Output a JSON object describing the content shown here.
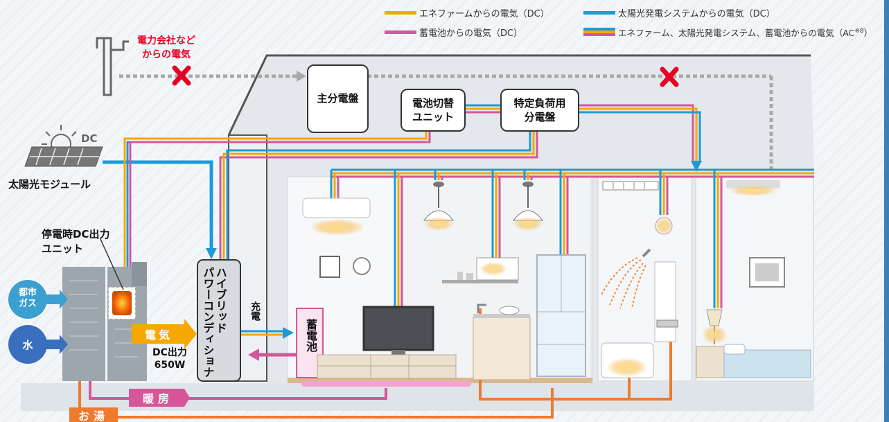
{
  "legend": {
    "ene_dc": "エネファームからの電気（DC）",
    "solar_dc": "太陽光発電システムからの電気（DC）",
    "battery_dc": "蓄電池からの電気（DC）",
    "ac_prefix": "エネファーム、太陽光発電システム、蓄電池からの電気（AC",
    "ac_note": "※8",
    "ac_suffix": "）"
  },
  "grid_power": "電力会社など\nからの電気",
  "solar": {
    "label": "太陽光モジュール",
    "dc": "DC"
  },
  "boxes": {
    "main_panel": "主分電盤",
    "switch_unit": "電池切替\nユニット",
    "load_panel": "特定負荷用\n分電盤"
  },
  "dc_output_unit": "停電時DC出力\nユニット",
  "inputs": {
    "gas": "都市\nガス",
    "water": "水"
  },
  "electricity_tag": "電気",
  "dc_output": "DC出力\n650W",
  "inverter": "ハイブリッド\nパワーコンディショナ",
  "charge": "充電",
  "battery": "蓄電池",
  "heating": "暖房",
  "hot_water": "お湯",
  "colors": {
    "ene": "#f5a800",
    "solar": "#1e9ad6",
    "battery": "#d6569a",
    "hot_water": "#ee7a2e",
    "grid_gray": "#a8a8a8",
    "cross": "#e60023",
    "gas_blue": "#3b9fd0",
    "water_blue": "#3a6fbf"
  }
}
